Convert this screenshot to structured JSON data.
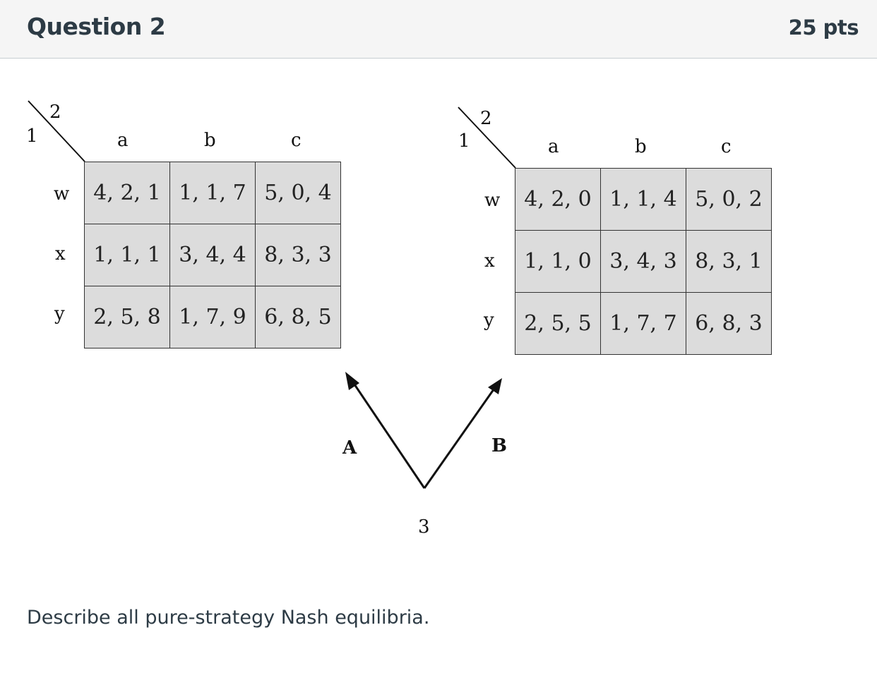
{
  "header": {
    "title": "Question 2",
    "points": "25 pts"
  },
  "games": [
    {
      "player_row": "1",
      "player_col": "2",
      "cols": [
        "a",
        "b",
        "c"
      ],
      "rows": [
        {
          "label": "w",
          "cells": [
            "4, 2, 1",
            "1, 1, 7",
            "5, 0, 4"
          ]
        },
        {
          "label": "x",
          "cells": [
            "1, 1, 1",
            "3, 4, 4",
            "8, 3, 3"
          ]
        },
        {
          "label": "y",
          "cells": [
            "2, 5, 8",
            "1, 7, 9",
            "6, 8, 5"
          ]
        }
      ]
    },
    {
      "player_row": "1",
      "player_col": "2",
      "cols": [
        "a",
        "b",
        "c"
      ],
      "rows": [
        {
          "label": "w",
          "cells": [
            "4, 2, 0",
            "1, 1, 4",
            "5, 0, 2"
          ]
        },
        {
          "label": "x",
          "cells": [
            "1, 1, 0",
            "3, 4, 3",
            "8, 3, 1"
          ]
        },
        {
          "label": "y",
          "cells": [
            "2, 5, 5",
            "1, 7, 7",
            "6, 8, 3"
          ]
        }
      ]
    }
  ],
  "tree": {
    "player": "3",
    "left_action": "A",
    "right_action": "B"
  },
  "prompt": "Describe all pure-strategy Nash equilibria."
}
